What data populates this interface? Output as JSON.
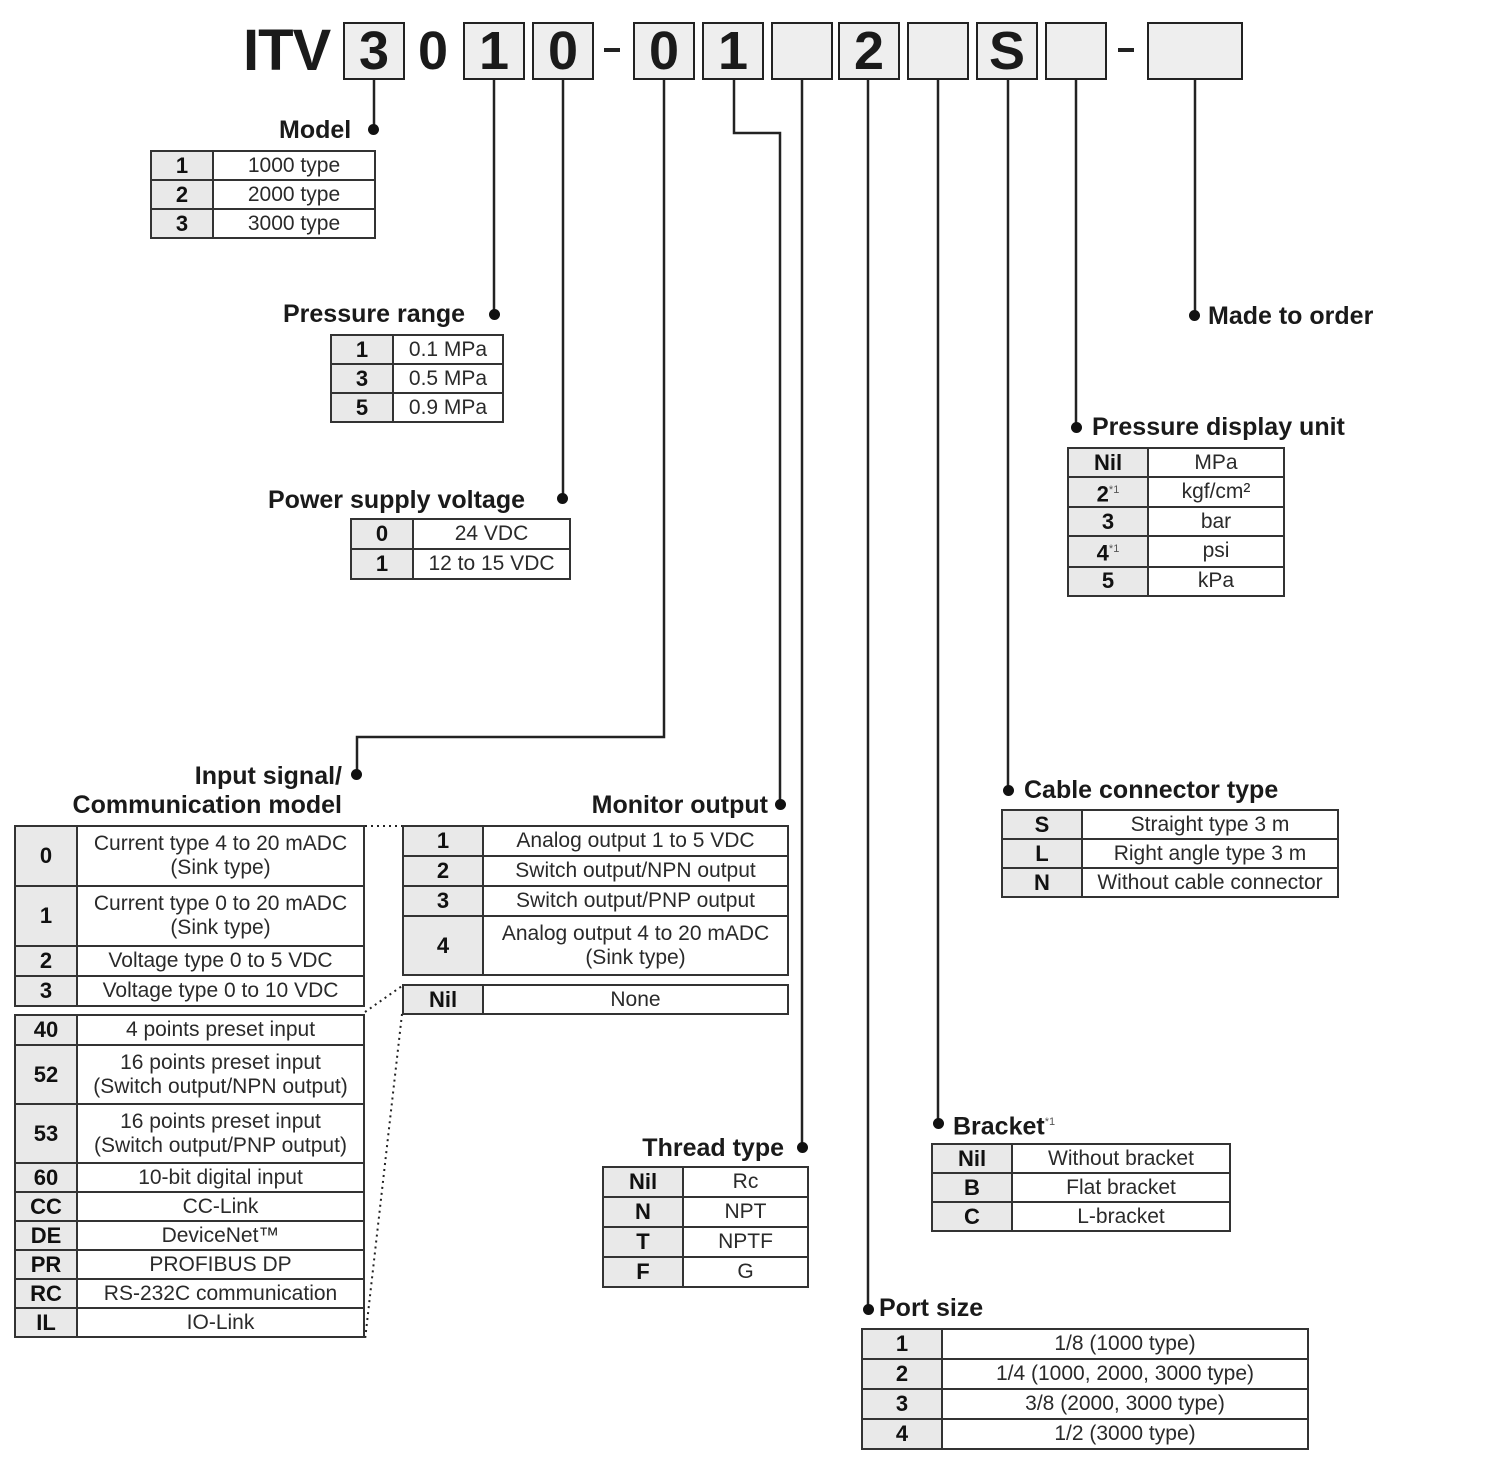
{
  "model_code": {
    "prefix": "ITV",
    "segments": [
      {
        "id": "model",
        "value": "3",
        "boxed": true
      },
      {
        "id": "fixed0",
        "value": "0",
        "boxed": false
      },
      {
        "id": "pressure_range",
        "value": "1",
        "boxed": true
      },
      {
        "id": "power_supply",
        "value": "0",
        "boxed": true
      },
      {
        "id": "dash1",
        "value": "-"
      },
      {
        "id": "input_signal",
        "value": "0",
        "boxed": true
      },
      {
        "id": "monitor_output",
        "value": "1",
        "boxed": true
      },
      {
        "id": "thread_type",
        "value": "",
        "boxed": true
      },
      {
        "id": "port_size",
        "value": "2",
        "boxed": true
      },
      {
        "id": "bracket",
        "value": "",
        "boxed": true
      },
      {
        "id": "cable_connector",
        "value": "S",
        "boxed": true
      },
      {
        "id": "pressure_display",
        "value": "",
        "boxed": true
      },
      {
        "id": "dash2",
        "value": "-"
      },
      {
        "id": "made_to_order",
        "value": "",
        "boxed": true
      }
    ]
  },
  "sections": {
    "model": {
      "title": "Model",
      "rows": [
        {
          "code": "1",
          "desc": "1000 type"
        },
        {
          "code": "2",
          "desc": "2000 type"
        },
        {
          "code": "3",
          "desc": "3000 type"
        }
      ]
    },
    "pressure_range": {
      "title": "Pressure range",
      "rows": [
        {
          "code": "1",
          "desc": "0.1 MPa"
        },
        {
          "code": "3",
          "desc": "0.5 MPa"
        },
        {
          "code": "5",
          "desc": "0.9 MPa"
        }
      ]
    },
    "power_supply": {
      "title": "Power supply voltage",
      "rows": [
        {
          "code": "0",
          "desc": "24 VDC"
        },
        {
          "code": "1",
          "desc": "12 to 15 VDC"
        }
      ]
    },
    "input_signal": {
      "title_line1": "Input signal/",
      "title_line2": "Communication model",
      "rows_a": [
        {
          "code": "0",
          "desc1": "Current type 4 to 20 mADC",
          "desc2": "(Sink type)"
        },
        {
          "code": "1",
          "desc1": "Current type 0 to 20 mADC",
          "desc2": "(Sink type)"
        },
        {
          "code": "2",
          "desc1": "Voltage type 0 to 5 VDC",
          "desc2": ""
        },
        {
          "code": "3",
          "desc1": "Voltage type 0 to 10 VDC",
          "desc2": ""
        }
      ],
      "rows_b": [
        {
          "code": "40",
          "desc1": "4 points preset input",
          "desc2": ""
        },
        {
          "code": "52",
          "desc1": "16 points preset input",
          "desc2": "(Switch output/NPN output)"
        },
        {
          "code": "53",
          "desc1": "16 points preset input",
          "desc2": "(Switch output/PNP output)"
        },
        {
          "code": "60",
          "desc1": "10-bit digital input",
          "desc2": ""
        },
        {
          "code": "CC",
          "desc1": "CC-Link",
          "desc2": ""
        },
        {
          "code": "DE",
          "desc1": "DeviceNet™",
          "desc2": ""
        },
        {
          "code": "PR",
          "desc1": "PROFIBUS DP",
          "desc2": ""
        },
        {
          "code": "RC",
          "desc1": "RS-232C communication",
          "desc2": ""
        },
        {
          "code": "IL",
          "desc1": "IO-Link",
          "desc2": ""
        }
      ]
    },
    "monitor_output": {
      "title": "Monitor output",
      "rows_a": [
        {
          "code": "1",
          "desc1": "Analog output 1 to 5 VDC",
          "desc2": ""
        },
        {
          "code": "2",
          "desc1": "Switch output/NPN output",
          "desc2": ""
        },
        {
          "code": "3",
          "desc1": "Switch output/PNP output",
          "desc2": ""
        },
        {
          "code": "4",
          "desc1": "Analog output 4 to 20 mADC",
          "desc2": "(Sink type)"
        }
      ],
      "rows_b": [
        {
          "code": "Nil",
          "desc1": "None",
          "desc2": ""
        }
      ]
    },
    "thread_type": {
      "title": "Thread type",
      "rows": [
        {
          "code": "Nil",
          "desc": "Rc"
        },
        {
          "code": "N",
          "desc": "NPT"
        },
        {
          "code": "T",
          "desc": "NPTF"
        },
        {
          "code": "F",
          "desc": "G"
        }
      ]
    },
    "port_size": {
      "title": "Port size",
      "rows": [
        {
          "code": "1",
          "desc": "1/8 (1000 type)"
        },
        {
          "code": "2",
          "desc": "1/4 (1000, 2000, 3000 type)"
        },
        {
          "code": "3",
          "desc": "3/8 (2000, 3000 type)"
        },
        {
          "code": "4",
          "desc": "1/2 (3000 type)"
        }
      ]
    },
    "bracket": {
      "title": "Bracket",
      "note": "*1",
      "rows": [
        {
          "code": "Nil",
          "desc": "Without bracket"
        },
        {
          "code": "B",
          "desc": "Flat bracket"
        },
        {
          "code": "C",
          "desc": "L-bracket"
        }
      ]
    },
    "cable_connector": {
      "title": "Cable connector type",
      "rows": [
        {
          "code": "S",
          "desc": "Straight type 3 m"
        },
        {
          "code": "L",
          "desc": "Right angle type 3 m"
        },
        {
          "code": "N",
          "desc": "Without cable connector"
        }
      ]
    },
    "pressure_display": {
      "title": "Pressure display unit",
      "rows": [
        {
          "code": "Nil",
          "note": "",
          "desc": "MPa"
        },
        {
          "code": "2",
          "note": "*1",
          "desc": "kgf/cm²"
        },
        {
          "code": "3",
          "note": "",
          "desc": "bar"
        },
        {
          "code": "4",
          "note": "*1",
          "desc": "psi"
        },
        {
          "code": "5",
          "note": "",
          "desc": "kPa"
        }
      ]
    },
    "made_to_order": {
      "title": "Made to order"
    }
  }
}
